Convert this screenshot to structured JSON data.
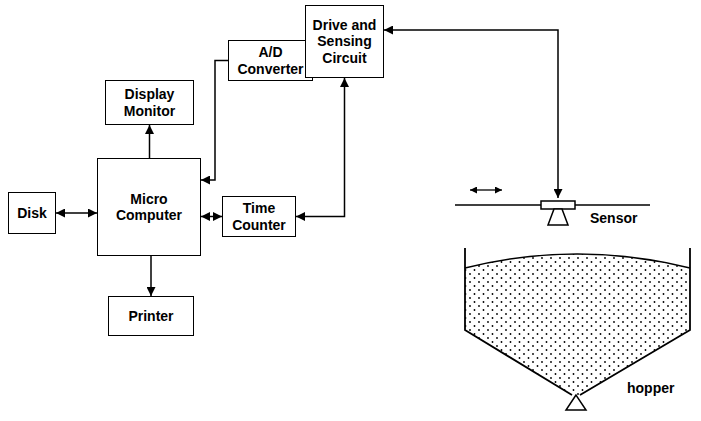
{
  "diagram": {
    "nodes": [
      {
        "text": [
          "A/D Converter"
        ]
      },
      {
        "text": [
          "Drive and Sensing Circuit"
        ]
      },
      {
        "text": [
          "Display Monitor"
        ]
      },
      {
        "text": [
          "Disk"
        ]
      },
      {
        "text": [
          "Micro Computer"
        ]
      },
      {
        "text": [
          "Time Counter"
        ]
      },
      {
        "text": [
          "Printer"
        ]
      },
      {
        "text": [
          "Sensor"
        ]
      }
    ],
    "edges": [
      {
        "from": 4,
        "to": 2,
        "arrow": "to"
      },
      {
        "from": 3,
        "to": 4,
        "arrow": "both"
      },
      {
        "from": 4,
        "to": 6,
        "arrow": "to"
      },
      {
        "from": 4,
        "to": 5,
        "arrow": "both"
      },
      {
        "from": 5,
        "to": 1,
        "arrow": "both"
      },
      {
        "from": 1,
        "to": 0,
        "arrow": "to"
      },
      {
        "from": 0,
        "to": 4,
        "arrow": "to"
      },
      {
        "from": 1,
        "to": 7,
        "arrow": "both"
      }
    ],
    "labels": [
      "hopper"
    ]
  }
}
